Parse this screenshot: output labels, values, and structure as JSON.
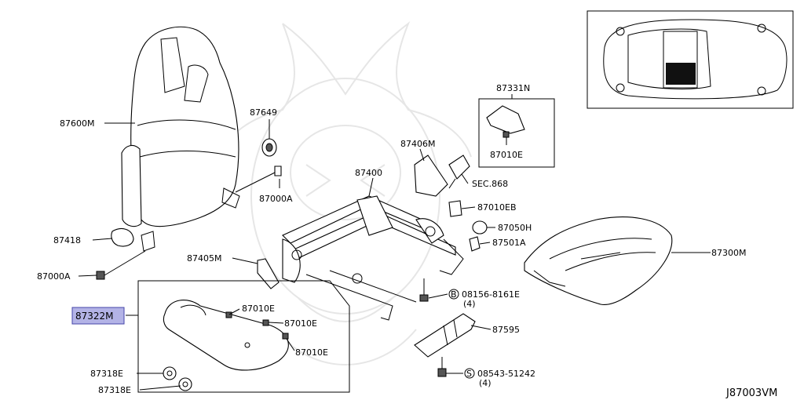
{
  "diagram_code": "J87003VM",
  "labels": {
    "p87600M": "87600M",
    "p87649": "87649",
    "p87000A_top": "87000A",
    "p87418": "87418",
    "p87000A_left": "87000A",
    "p87405M": "87405M",
    "p87400": "87400",
    "p87406M": "87406M",
    "sec868": "SEC.868",
    "p87010EB": "87010EB",
    "p87050H": "87050H",
    "p87501A": "87501A",
    "p87300M": "87300M",
    "p87331N": "87331N",
    "p87010E_box": "87010E",
    "bolt_b_marker": "B",
    "p08156": "08156-8161E",
    "p08156_qty": "(4)",
    "p87595": "87595",
    "screw_s_marker": "S",
    "p08543": "08543-51242",
    "p08543_qty": "(4)",
    "p87322M": "87322M",
    "p87010E_1": "87010E",
    "p87010E_2": "87010E",
    "p87010E_3": "87010E",
    "p87318E_1": "87318E",
    "p87318E_2": "87318E"
  },
  "colors": {
    "highlight_fill": "#b3b3e6",
    "highlight_border": "#4444aa",
    "ink": "#000000"
  }
}
